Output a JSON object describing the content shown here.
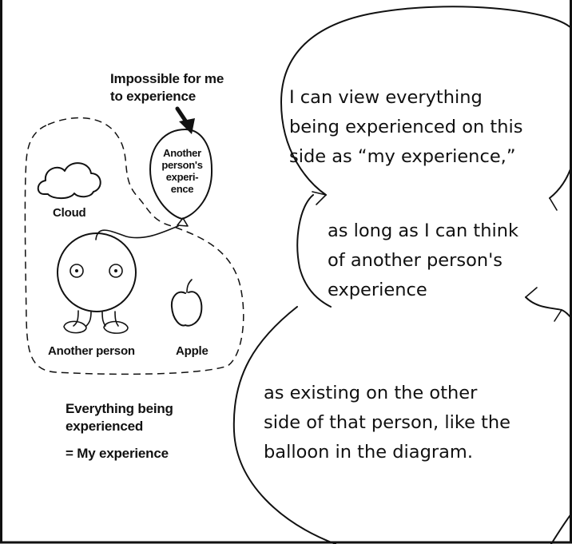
{
  "diagram": {
    "labels": {
      "impossible": [
        "Impossible for me",
        "to experience"
      ],
      "balloon": [
        "Another",
        "person's",
        "experi-",
        "ence"
      ],
      "cloud": "Cloud",
      "another_person": "Another person",
      "apple": "Apple",
      "everything": [
        "Everything being",
        "experienced"
      ],
      "my_experience": "= My experience"
    }
  },
  "speech": {
    "top": [
      "I can view everything",
      "being experienced on this",
      "side as “my experience,”"
    ],
    "middle": [
      "as long as I can think",
      "of another person's",
      "experience"
    ],
    "bottom": [
      "as existing on the other",
      "side of that person, like the",
      "balloon in the diagram."
    ]
  }
}
